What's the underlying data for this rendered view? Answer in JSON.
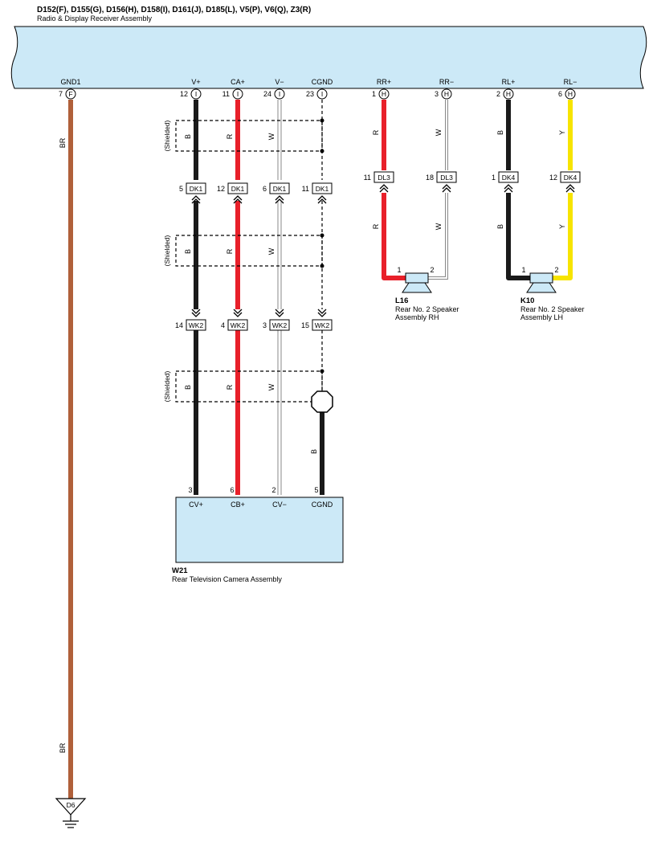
{
  "header": {
    "codes": "D152(F), D155(G), D156(H), D158(I), D161(J), D185(L), V5(P), V6(Q), Z3(R)",
    "name": "Radio & Display Receiver Assembly"
  },
  "receiver_pins": [
    {
      "name": "GND1",
      "num": "7",
      "conn": "F"
    },
    {
      "name": "V+",
      "num": "12",
      "conn": "I"
    },
    {
      "name": "CA+",
      "num": "11",
      "conn": "I"
    },
    {
      "name": "V−",
      "num": "24",
      "conn": "I"
    },
    {
      "name": "CGND",
      "num": "23",
      "conn": "I"
    },
    {
      "name": "RR+",
      "num": "1",
      "conn": "H"
    },
    {
      "name": "RR−",
      "num": "3",
      "conn": "H"
    },
    {
      "name": "RL+",
      "num": "2",
      "conn": "H"
    },
    {
      "name": "RL−",
      "num": "6",
      "conn": "H"
    }
  ],
  "wire_colors": {
    "ground": "BR",
    "video_plus": "B",
    "camera_power": "R",
    "video_minus": "W",
    "camera_ground": "B",
    "rr_plus": "R",
    "rr_minus": "W",
    "rl_plus": "B",
    "rl_minus": "Y"
  },
  "palette": {
    "receiver_fill": "#cce9f7",
    "wire_br": "#b0603a",
    "wire_r": "#e8202a",
    "wire_b": "#1a1a1a",
    "wire_y": "#f7e400",
    "wire_w": "#9a9a9a"
  },
  "shield_label": "(Shielded)",
  "junction_dk1": {
    "code": "DK1",
    "pins": [
      "5",
      "12",
      "6",
      "11"
    ]
  },
  "junction_wk2": {
    "code": "WK2",
    "pins": [
      "14",
      "4",
      "3",
      "15"
    ]
  },
  "junction_dl3": {
    "code": "DL3",
    "pins": [
      "11",
      "18"
    ]
  },
  "junction_dk4": {
    "code": "DK4",
    "pins": [
      "1",
      "12"
    ]
  },
  "speaker_rh": {
    "code": "L16",
    "name_line1": "Rear No.  2 Speaker",
    "name_line2": "Assembly RH",
    "pin1": "1",
    "pin2": "2"
  },
  "speaker_lh": {
    "code": "K10",
    "name_line1": "Rear No.  2 Speaker",
    "name_line2": "Assembly LH",
    "pin1": "1",
    "pin2": "2"
  },
  "camera": {
    "code": "W21",
    "name": "Rear Television Camera Assembly",
    "pins": [
      {
        "num": "3",
        "name": "CV+"
      },
      {
        "num": "6",
        "name": "CB+"
      },
      {
        "num": "2",
        "name": "CV−"
      },
      {
        "num": "5",
        "name": "CGND"
      }
    ]
  },
  "ground_code": "D6"
}
